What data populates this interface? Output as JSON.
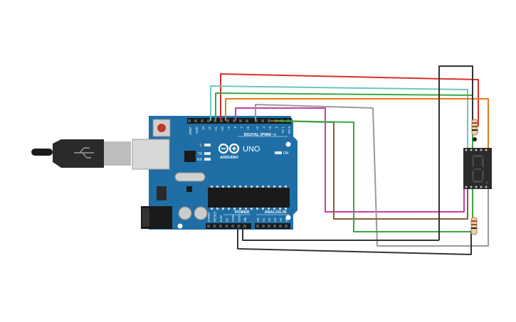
{
  "board": {
    "brand": "ARDUINO",
    "model": "UNO",
    "on_label": "ON",
    "digital_label": "DIGITAL (PWM ~)",
    "power_label": "POWER",
    "analog_label": "ANALOG IN",
    "led_l": "L",
    "led_tx": "TX",
    "led_rx": "RX",
    "top_pins": [
      "AREF",
      "GND",
      "13",
      "12",
      "~11",
      "~10",
      "~9",
      "8",
      "7",
      "~6",
      "~5",
      "4",
      "~3",
      "2",
      "TX 1",
      "RX 0"
    ],
    "power_pins": [
      "IOREF",
      "RESET",
      "3.3V",
      "5V",
      "GND",
      "GND",
      "Vin"
    ],
    "analog_pins": [
      "A0",
      "A1",
      "A2",
      "A3",
      "A4",
      "A5"
    ]
  },
  "colors": {
    "board": "#1f6fa6",
    "wire_red": "#d9302c",
    "wire_teal": "#6ec6c0",
    "wire_green": "#3aa843",
    "wire_orange": "#e07b1f",
    "wire_magenta": "#c83ca8",
    "wire_gray": "#9a9a9a",
    "wire_brown": "#8a5a35",
    "wire_black": "#333333",
    "display": "#2b2b2b"
  },
  "display": {
    "digit": "8"
  }
}
